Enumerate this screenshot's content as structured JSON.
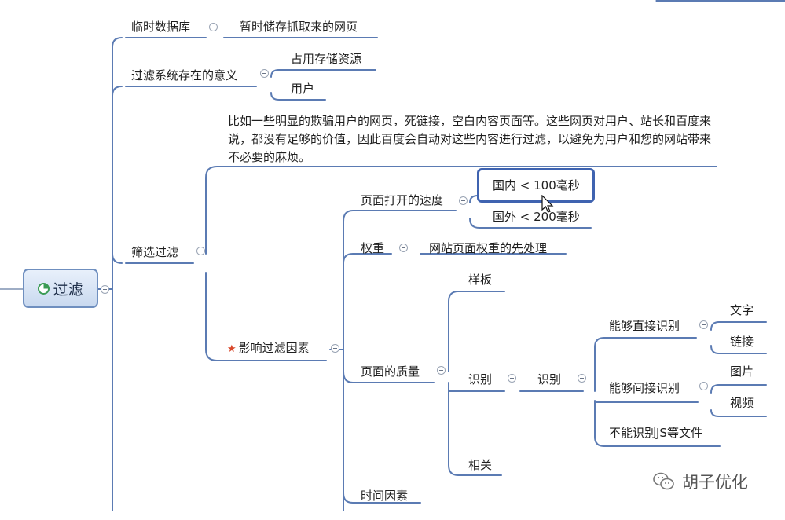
{
  "root": {
    "label": "过滤",
    "icon": "pie-progress-icon"
  },
  "nodes": {
    "temp_db": "临时数据库",
    "temp_db_desc": "暂时储存抓取来的网页",
    "purpose": "过滤系统存在的意义",
    "purpose_a": "占用存储资源",
    "purpose_b": "用户",
    "screening": "筛选过滤",
    "screening_desc": "比如一些明显的欺骗用户的网页，死链接，空白内容页面等。这些网页对用户、站长和百度来说，都没有足够的价值，因此百度会自动对这些内容进行过滤，以避免为用户和您的网站带来不必要的麻烦。",
    "factors": "影响过滤因素",
    "speed": "页面打开的速度",
    "speed_domestic": "国内 < 100毫秒",
    "speed_foreign": "国外 < 200毫秒",
    "weight": "权重",
    "weight_desc": "网站页面权重的先处理",
    "quality": "页面的质量",
    "template": "样板",
    "recognize": "识别",
    "recognize2": "识别",
    "direct": "能够直接识别",
    "text": "文字",
    "link": "链接",
    "indirect": "能够间接识别",
    "image": "图片",
    "video": "视频",
    "cannot": "不能识别JS等文件",
    "related": "相关",
    "time": "时间因素"
  },
  "watermark": "胡子优化",
  "colors": {
    "line": "#5b7bb3",
    "root_border": "#6f8fbf",
    "select": "#3f63b0",
    "star": "#d9482b"
  }
}
